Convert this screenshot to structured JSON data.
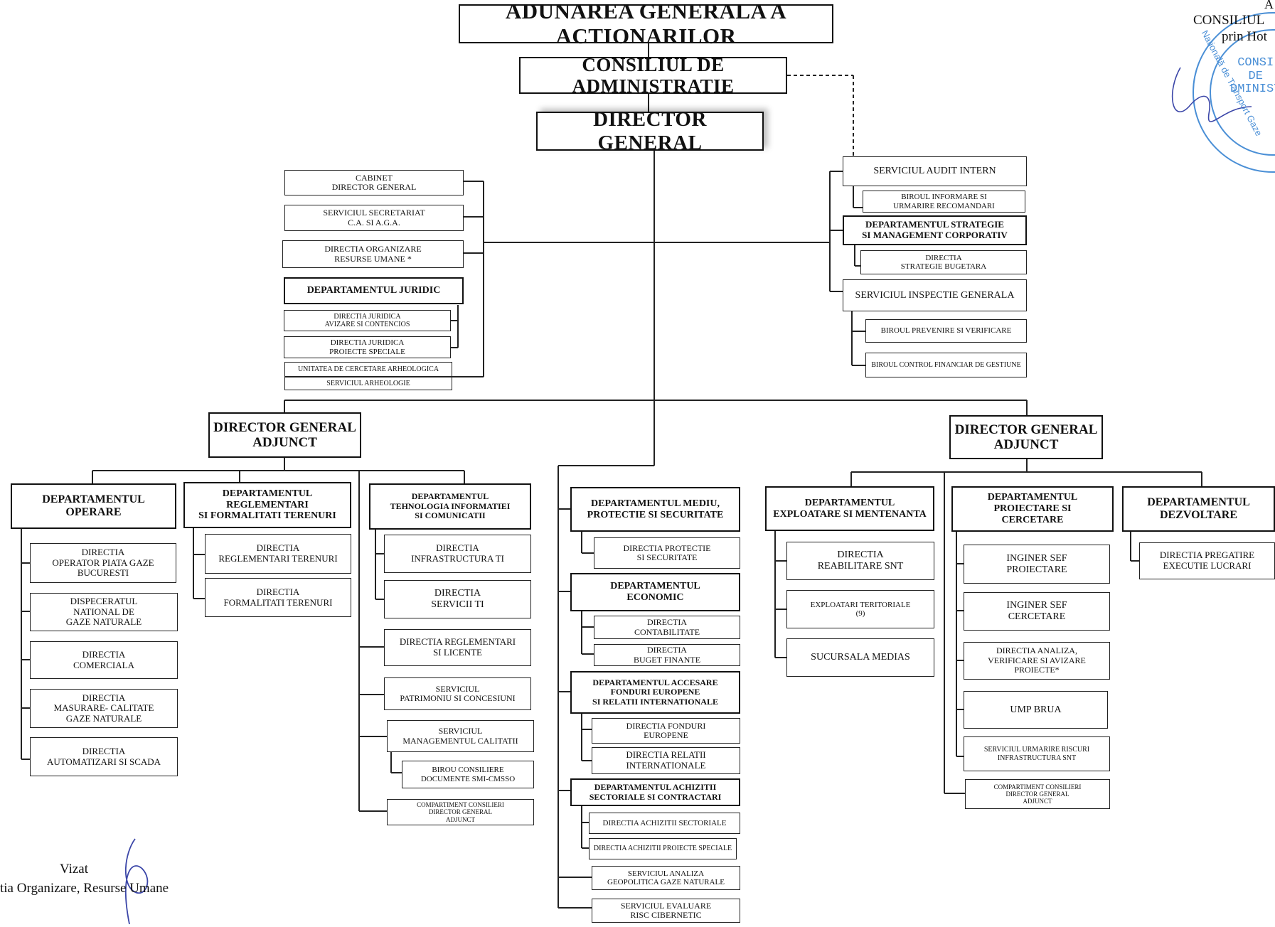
{
  "top": {
    "agm": "ADUNAREA GENERALA A ACTIONARILOR",
    "board": "CONSILIUL DE ADMINISTRATIE",
    "dg": "DIRECTOR GENERAL"
  },
  "left_staff": [
    "CABINET\nDIRECTOR GENERAL",
    "SERVICIUL SECRETARIAT\nC.A. SI A.G.A.",
    "DIRECTIA ORGANIZARE\nRESURSE UMANE *",
    "DEPARTAMENTUL JURIDIC",
    "DIRECTIA JURIDICA\nAVIZARE SI CONTENCIOS",
    "DIRECTIA JURIDICA\nPROIECTE SPECIALE",
    "UNITATEA DE CERCETARE ARHEOLOGICA",
    "SERVICIUL ARHEOLOGIE"
  ],
  "right_staff": [
    "SERVICIUL AUDIT INTERN",
    "BIROUL INFORMARE SI\nURMARIRE RECOMANDARI",
    "DEPARTAMENTUL STRATEGIE\nSI MANAGEMENT CORPORATIV",
    "DIRECTIA\nSTRATEGIE BUGETARA",
    "SERVICIUL INSPECTIE GENERALA",
    "BIROUL PREVENIRE SI VERIFICARE",
    "BIROUL CONTROL FINANCIAR DE GESTIUNE"
  ],
  "deputies": {
    "left": "DIRECTOR GENERAL\nADJUNCT",
    "right": "DIRECTOR GENERAL\nADJUNCT"
  },
  "dept_operare": {
    "title": "DEPARTAMENTUL\nOPERARE",
    "items": [
      "DIRECTIA\nOPERATOR PIATA GAZE\nBUCURESTI",
      "DISPECERATUL\nNATIONAL DE\nGAZE NATURALE",
      "DIRECTIA\nCOMERCIALA",
      "DIRECTIA\nMASURARE- CALITATE\nGAZE NATURALE",
      "DIRECTIA\nAUTOMATIZARI SI SCADA"
    ]
  },
  "dept_reglementari": {
    "title": "DEPARTAMENTUL REGLEMENTARI\nSI FORMALITATI TERENURI",
    "items": [
      "DIRECTIA\nREGLEMENTARI TERENURI",
      "DIRECTIA\nFORMALITATI TERENURI"
    ]
  },
  "dept_ti": {
    "title": "DEPARTAMENTUL\nTEHNOLOGIA INFORMATIEI\nSI COMUNICATII",
    "items": [
      "DIRECTIA\nINFRASTRUCTURA TI",
      "DIRECTIA\nSERVICII TI",
      "DIRECTIA REGLEMENTARI\nSI LICENTE",
      "SERVICIUL\nPATRIMONIU SI CONCESIUNI",
      "SERVICIUL\nMANAGEMENTUL CALITATII",
      "BIROU CONSILIERE\nDOCUMENTE SMI-CMSSO",
      "COMPARTIMENT CONSILIERI\nDIRECTOR GENERAL\nADJUNCT"
    ]
  },
  "center_column": [
    "DEPARTAMENTUL MEDIU,\nPROTECTIE SI SECURITATE",
    "DIRECTIA PROTECTIE\nSI SECURITATE",
    "DEPARTAMENTUL\nECONOMIC",
    "DIRECTIA\nCONTABILITATE",
    "DIRECTIA\nBUGET FINANTE",
    "DEPARTAMENTUL ACCESARE\nFONDURI EUROPENE\nSI RELATII INTERNATIONALE",
    "DIRECTIA FONDURI\nEUROPENE",
    "DIRECTIA RELATII\nINTERNATIONALE",
    "DEPARTAMENTUL ACHIZITII\nSECTORIALE SI CONTRACTARI",
    "DIRECTIA ACHIZITII SECTORIALE",
    "DIRECTIA ACHIZITII PROIECTE SPECIALE",
    "SERVICIUL ANALIZA\nGEOPOLITICA GAZE NATURALE",
    "SERVICIUL EVALUARE\nRISC CIBERNETIC"
  ],
  "dept_exploatare": {
    "title": "DEPARTAMENTUL\nEXPLOATARE SI MENTENANTA",
    "items": [
      "DIRECTIA\nREABILITARE SNT",
      "EXPLOATARI TERITORIALE\n(9)",
      "SUCURSALA MEDIAS"
    ]
  },
  "dept_proiectare": {
    "title": "DEPARTAMENTUL\nPROIECTARE SI\nCERCETARE",
    "items": [
      "INGINER SEF\nPROIECTARE",
      "INGINER SEF\nCERCETARE",
      "DIRECTIA ANALIZA,\nVERIFICARE SI AVIZARE\nPROIECTE*",
      "UMP BRUA",
      "SERVICIUL URMARIRE RISCURI\nINFRASTRUCTURA SNT",
      "COMPARTIMENT CONSILIERI\nDIRECTOR GENERAL\nADJUNCT"
    ]
  },
  "dept_dezvoltare": {
    "title": "DEPARTAMENTUL\nDEZVOLTARE",
    "items": [
      "DIRECTIA PREGATIRE\nEXECUTIE LUCRARI"
    ]
  },
  "approval": {
    "line1": "A",
    "line2": "CONSILIUL",
    "line3": "prin Hot"
  },
  "stamp": {
    "arc_text": "Natională de Transport Gaze",
    "inner_text": "CONSI\nDE\nDMINIST"
  },
  "footer": {
    "line1": "Vizat",
    "line2": "tia Organizare, Resurse Umane"
  },
  "colors": {
    "line": "#222222",
    "stamp": "#4a8fd6",
    "signature": "#3b46a8"
  }
}
